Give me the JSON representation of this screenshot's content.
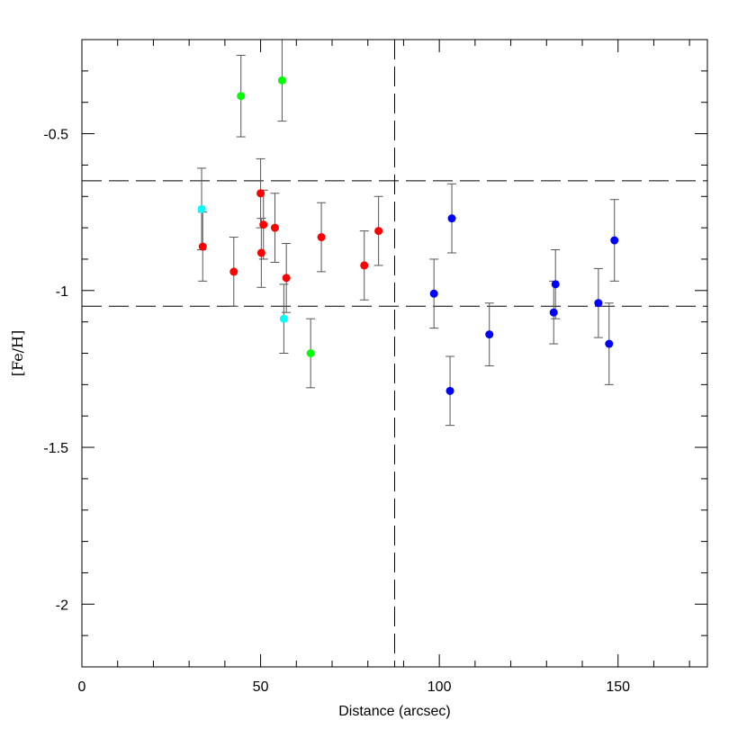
{
  "chart_data": {
    "type": "scatter",
    "xlabel": "Distance (arcsec)",
    "ylabel": "[Fe/H]",
    "xlim": [
      0,
      175
    ],
    "ylim": [
      -2.2,
      -0.2
    ],
    "xticks": [
      0,
      50,
      100,
      150
    ],
    "xtick_labels": [
      "0",
      "50",
      "100",
      "150"
    ],
    "yticks": [
      -0.5,
      -1,
      -1.5,
      -2
    ],
    "ytick_labels": [
      "-0.5",
      "-1",
      "-1.5",
      "-2"
    ],
    "grid": false,
    "reference_lines": {
      "horizontal": [
        -0.65,
        -1.05
      ],
      "vertical": [
        87.5
      ]
    },
    "series": [
      {
        "color": "#ff0000",
        "points": [
          {
            "x": 33.8,
            "y": -0.86,
            "err": 0.11
          },
          {
            "x": 42.5,
            "y": -0.94,
            "err": 0.11
          },
          {
            "x": 50.0,
            "y": -0.69,
            "err": 0.11
          },
          {
            "x": 50.8,
            "y": -0.79,
            "err": 0.11
          },
          {
            "x": 50.2,
            "y": -0.88,
            "err": 0.11
          },
          {
            "x": 54.0,
            "y": -0.8,
            "err": 0.11
          },
          {
            "x": 57.2,
            "y": -0.96,
            "err": 0.11
          },
          {
            "x": 67.0,
            "y": -0.83,
            "err": 0.11
          },
          {
            "x": 79.0,
            "y": -0.92,
            "err": 0.11
          },
          {
            "x": 83.0,
            "y": -0.81,
            "err": 0.11
          }
        ]
      },
      {
        "color": "#00ff00",
        "points": [
          {
            "x": 44.5,
            "y": -0.38,
            "err": 0.13
          },
          {
            "x": 56.0,
            "y": -0.33,
            "err": 0.13
          },
          {
            "x": 64.0,
            "y": -1.2,
            "err": 0.11
          }
        ]
      },
      {
        "color": "#00ffff",
        "points": [
          {
            "x": 33.5,
            "y": -0.74,
            "err": 0.13
          },
          {
            "x": 56.5,
            "y": -1.09,
            "err": 0.11
          }
        ]
      },
      {
        "color": "#0000ff",
        "points": [
          {
            "x": 98.5,
            "y": -1.01,
            "err": 0.11
          },
          {
            "x": 103.0,
            "y": -1.32,
            "err": 0.11
          },
          {
            "x": 103.5,
            "y": -0.77,
            "err": 0.11
          },
          {
            "x": 114.0,
            "y": -1.14,
            "err": 0.1
          },
          {
            "x": 132.0,
            "y": -1.07,
            "err": 0.1
          },
          {
            "x": 132.5,
            "y": -0.98,
            "err": 0.11
          },
          {
            "x": 144.5,
            "y": -1.04,
            "err": 0.11
          },
          {
            "x": 147.5,
            "y": -1.17,
            "err": 0.13
          },
          {
            "x": 149.0,
            "y": -0.84,
            "err": 0.13
          }
        ]
      }
    ]
  }
}
